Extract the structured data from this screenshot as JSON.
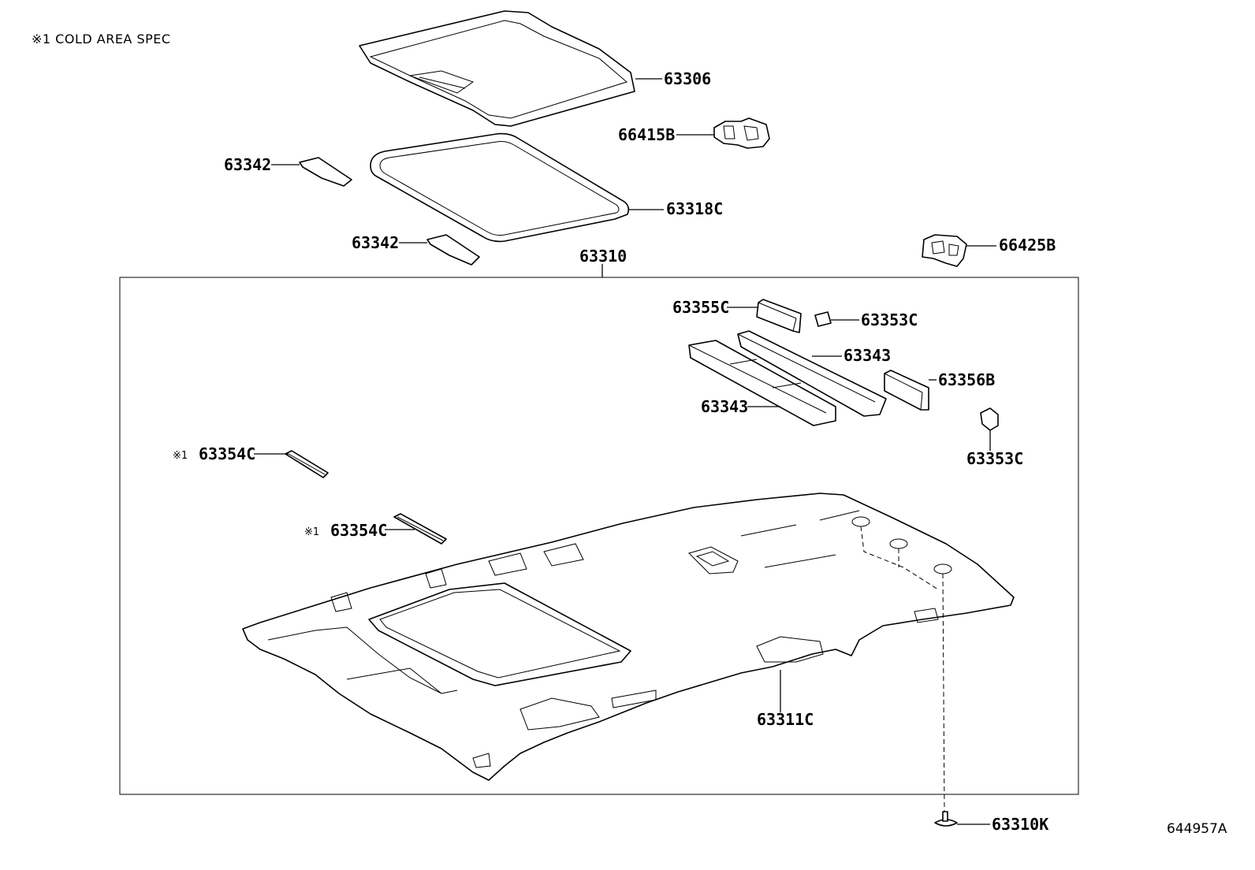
{
  "header": {
    "note": "※1 COLD AREA SPEC"
  },
  "figure_id": "644957A",
  "parts": {
    "p63306": "63306",
    "p66415B": "66415B",
    "p63342_top": "63342",
    "p63318C": "63318C",
    "p63342_bottom": "63342",
    "p63310": "63310",
    "p66425B": "66425B",
    "p63355C": "63355C",
    "p63353C_top": "63353C",
    "p63343_top": "63343",
    "p63356B": "63356B",
    "p63343_bottom": "63343",
    "p63353C_bottom": "63353C",
    "p63354C_top": "63354C",
    "p63354C_bottom": "63354C",
    "p63311C": "63311C",
    "p63310K": "63310K"
  },
  "marks": {
    "cold_area_mark": "※1"
  }
}
